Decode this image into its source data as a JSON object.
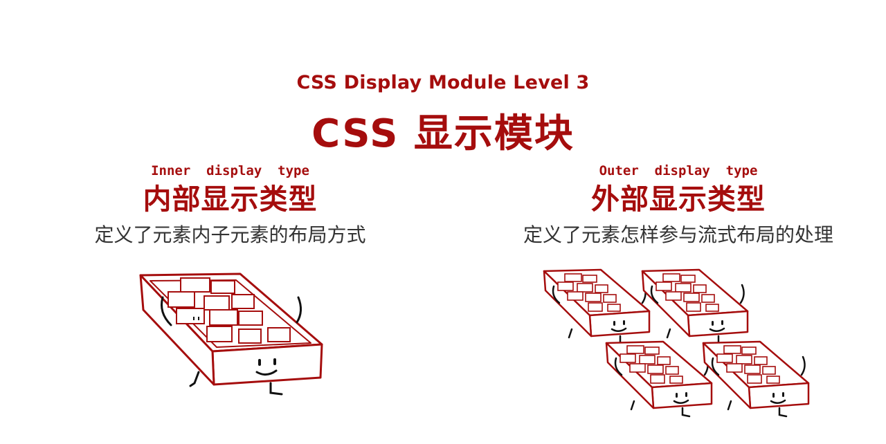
{
  "header": {
    "subtitle": "CSS Display Module Level 3",
    "title": "CSS 显示模块"
  },
  "inner": {
    "english": "Inner  display  type",
    "chinese": "内部显示类型",
    "description": "定义了元素内子元素的布局方式"
  },
  "outer": {
    "english": "Outer  display  type",
    "chinese": "外部显示类型",
    "description": "定义了元素怎样参与流式布局的处理"
  },
  "colors": {
    "accent": "#a50d0d",
    "text": "#333333",
    "background": "#ffffff"
  }
}
